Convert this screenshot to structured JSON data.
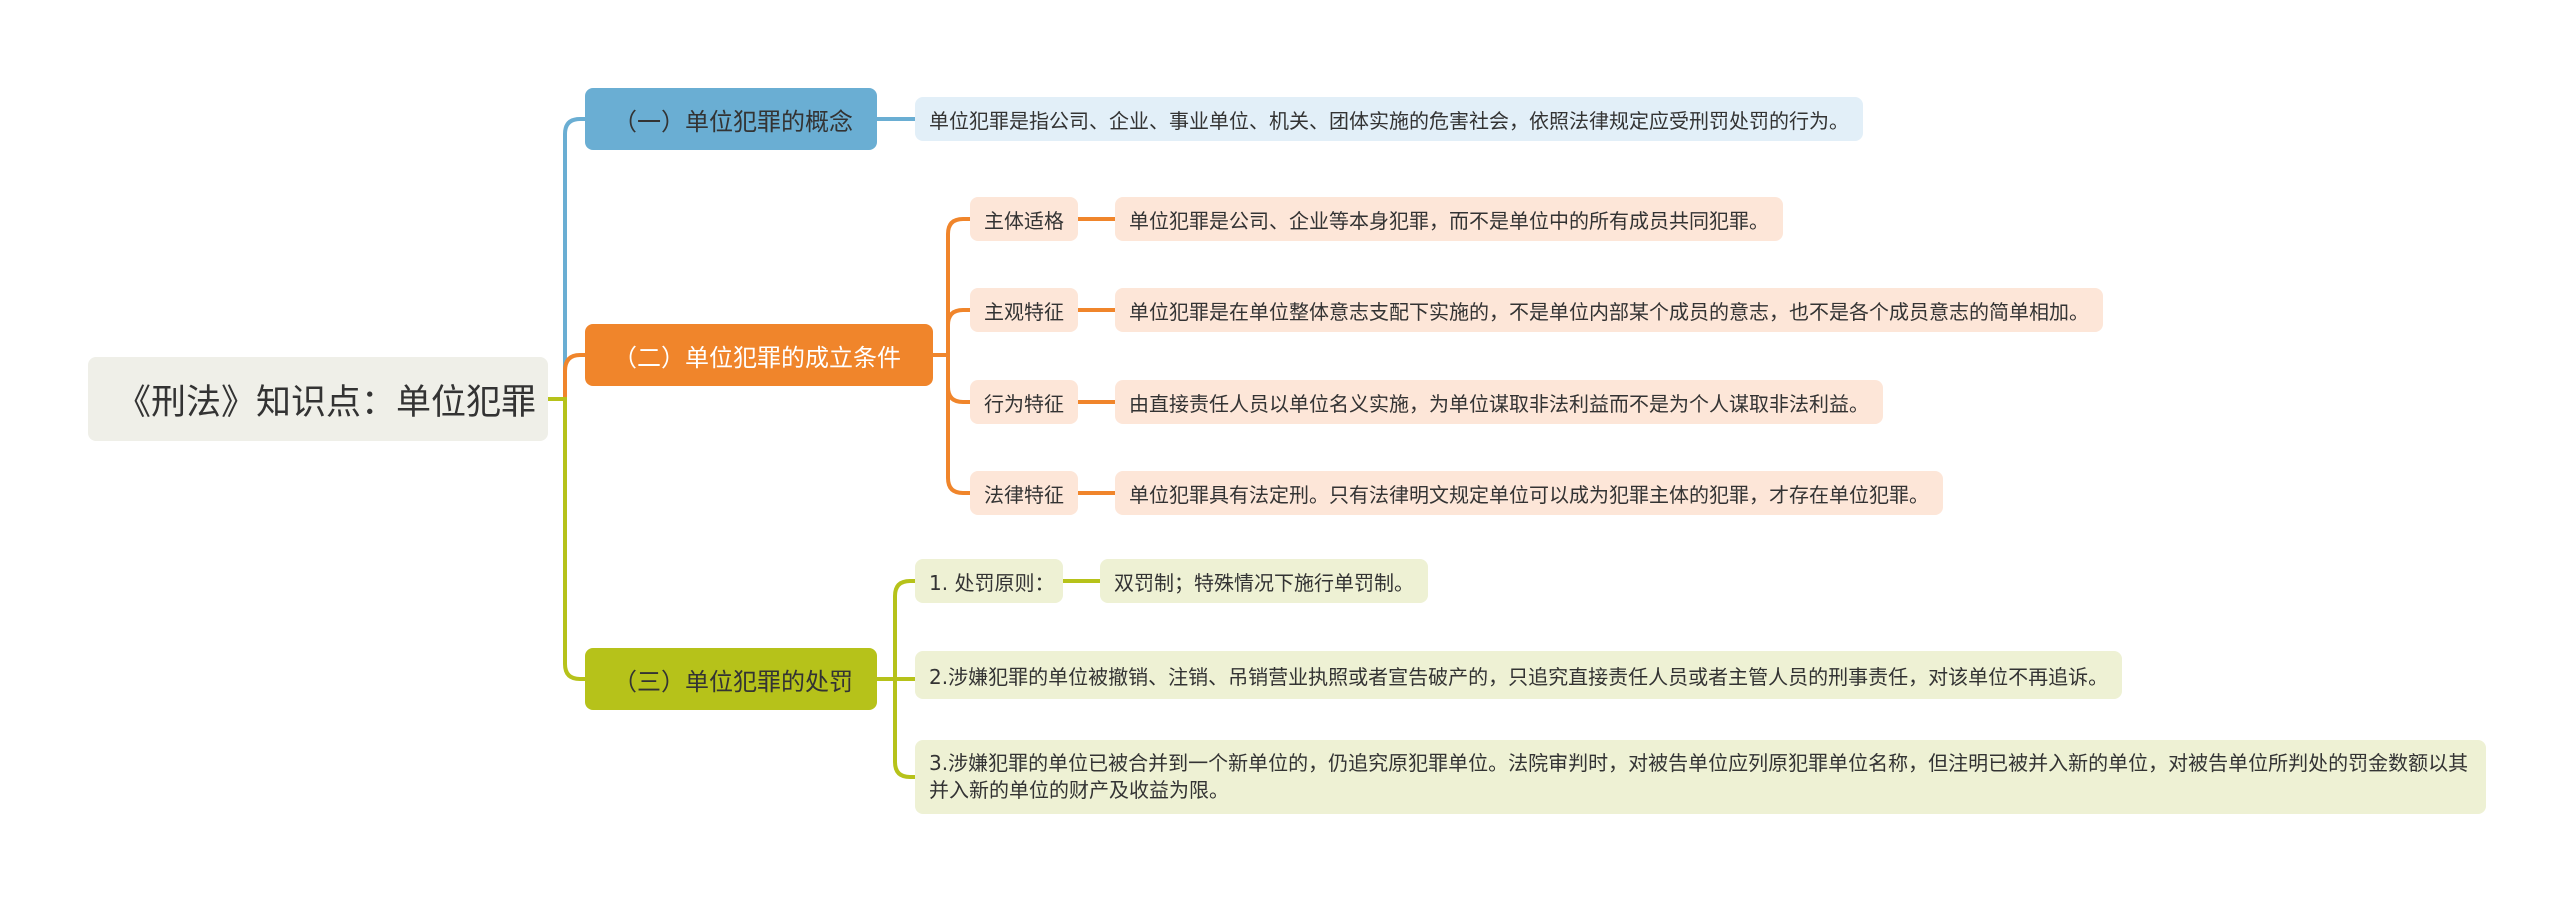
{
  "root": {
    "title": "《刑法》知识点：单位犯罪"
  },
  "branches": [
    {
      "label": "（一）单位犯罪的概念",
      "color": "#6aaed3",
      "detail": "单位犯罪是指公司、企业、事业单位、机关、团体实施的危害社会，依照法律规定应受刑罚处罚的行为。"
    },
    {
      "label": "（二）单位犯罪的成立条件",
      "color": "#f0852b",
      "items": [
        {
          "label": "主体适格",
          "detail": "单位犯罪是公司、企业等本身犯罪，而不是单位中的所有成员共同犯罪。"
        },
        {
          "label": "主观特征",
          "detail": "单位犯罪是在单位整体意志支配下实施的，不是单位内部某个成员的意志，也不是各个成员意志的简单相加。"
        },
        {
          "label": "行为特征",
          "detail": "由直接责任人员以单位名义实施，为单位谋取非法利益而不是为个人谋取非法利益。"
        },
        {
          "label": "法律特征",
          "detail": "单位犯罪具有法定刑。只有法律明文规定单位可以成为犯罪主体的犯罪，才存在单位犯罪。"
        }
      ]
    },
    {
      "label": "（三）单位犯罪的处罚",
      "color": "#b6c21a",
      "items": [
        {
          "label": "1. 处罚原则：",
          "detail": "双罚制；特殊情况下施行单罚制。"
        },
        {
          "label": "2.涉嫌犯罪的单位被撤销、注销、吊销营业执照或者宣告破产的，只追究直接责任人员或者主管人员的刑事责任，对该单位不再追诉。"
        },
        {
          "label": "3.涉嫌犯罪的单位已被合并到一个新单位的，仍追究原犯罪单位。法院审判时，对被告单位应列原犯罪单位名称，但注明已被并入新的单位，对被告单位所判处的罚金数额以其并入新的单位的财产及收益为限。"
        }
      ]
    }
  ]
}
